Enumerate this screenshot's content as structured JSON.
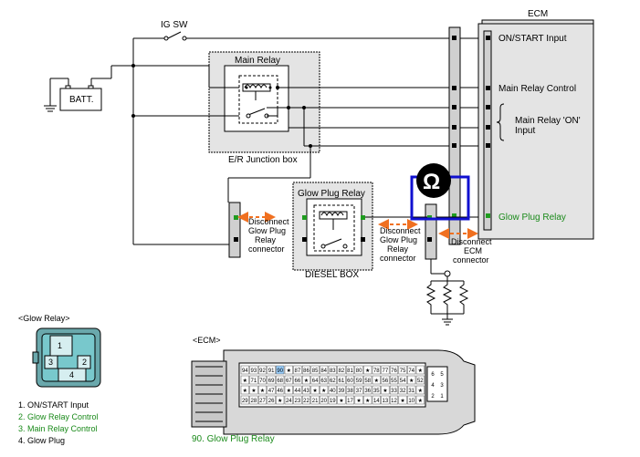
{
  "labels": {
    "ig_sw": "IG SW",
    "ecm_title": "ECM",
    "batt": "BATT.",
    "main_relay": "Main Relay",
    "junction_box": "E/R Junction box",
    "glow_plug_relay": "Glow Plug Relay",
    "diesel_box": "DIESEL BOX",
    "ohm": "Ω",
    "disconnect_left": [
      "Disconnect",
      "Glow Plug",
      "Relay",
      "connector"
    ],
    "disconnect_mid": [
      "Disconnect",
      "Glow Plug",
      "Relay",
      "connector"
    ],
    "disconnect_ecm": [
      "Disconnect",
      "ECM",
      "connector"
    ]
  },
  "ecm_pins": {
    "on_start": "ON/START Input",
    "main_relay_control": "Main Relay Control",
    "main_relay_on": [
      "Main Relay 'ON'",
      "Input"
    ],
    "glow_plug_relay": "Glow Plug Relay"
  },
  "glow_relay_legend": {
    "title": "<Glow Relay>",
    "pin_numbers": [
      "1",
      "2",
      "3",
      "4"
    ],
    "items": [
      {
        "text": "1. ON/START Input",
        "color": "#000000"
      },
      {
        "text": "2. Glow Relay Control",
        "color": "#1a8a1a"
      },
      {
        "text": "3. Main Relay Control",
        "color": "#1a8a1a"
      },
      {
        "text": "4. Glow Plug",
        "color": "#000000"
      }
    ]
  },
  "ecm_connector": {
    "title": "<ECM>",
    "row1": [
      "94",
      "93",
      "92",
      "91",
      "90",
      "★",
      "87",
      "86",
      "85",
      "84",
      "83",
      "82",
      "81",
      "80",
      "★",
      "78",
      "77",
      "76",
      "75",
      "74",
      "★"
    ],
    "row2": [
      "★",
      "71",
      "70",
      "69",
      "68",
      "67",
      "66",
      "★",
      "64",
      "63",
      "62",
      "61",
      "60",
      "59",
      "58",
      "★",
      "56",
      "55",
      "54",
      "★",
      "52"
    ],
    "row3": [
      "★",
      "★",
      "★",
      "47",
      "46",
      "★",
      "44",
      "43",
      "★",
      "★",
      "40",
      "39",
      "38",
      "37",
      "36",
      "35",
      "★",
      "33",
      "32",
      "31",
      "★"
    ],
    "row4": [
      "29",
      "28",
      "27",
      "26",
      "★",
      "24",
      "23",
      "22",
      "21",
      "20",
      "19",
      "★",
      "17",
      "★",
      "★",
      "14",
      "13",
      "12",
      "★",
      "10",
      "★"
    ],
    "side": [
      "6",
      "5",
      "4",
      "3",
      "2",
      "1"
    ],
    "highlight": "90",
    "caption": "90. Glow Plug Relay"
  },
  "colors": {
    "highlight_green": "#1a8a1a",
    "arrow_orange": "#f07020",
    "meter_blue": "#1010d0",
    "legend_teal": "#78c8cc"
  }
}
